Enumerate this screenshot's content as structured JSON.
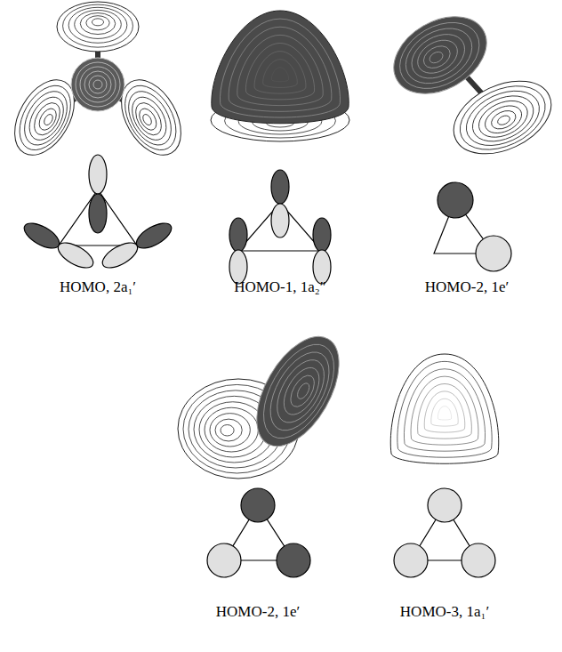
{
  "diagram": {
    "labels": [
      "HOMO, 2a₁′",
      "HOMO-1, 1a₂″",
      "HOMO-2, 1e′",
      "HOMO-2, 1e′",
      "HOMO-3, 1a₁′"
    ]
  }
}
